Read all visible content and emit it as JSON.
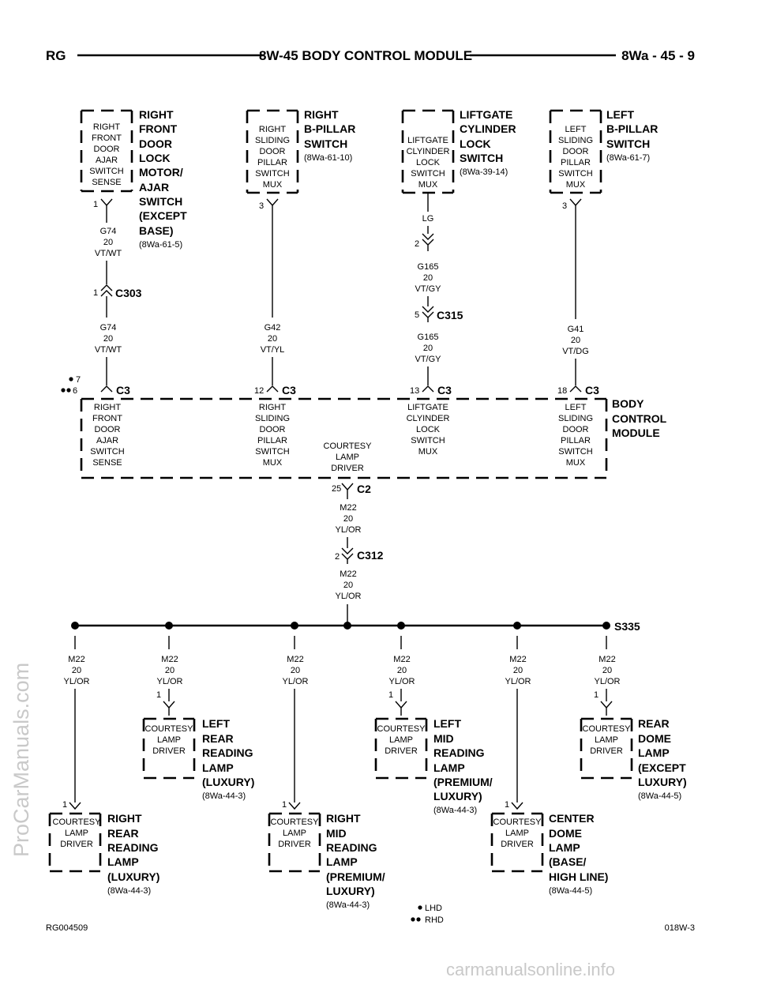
{
  "header": {
    "left": "RG",
    "title": "8W-45 BODY CONTROL MODULE",
    "right": "8Wa - 45 - 9"
  },
  "components": {
    "rf_door": {
      "inner": [
        "RIGHT",
        "FRONT",
        "DOOR",
        "AJAR",
        "SWITCH",
        "SENSE"
      ],
      "title": [
        "RIGHT",
        "FRONT",
        "DOOR",
        "LOCK",
        "MOTOR/",
        "AJAR",
        "SWITCH",
        "(EXCEPT",
        "BASE)"
      ],
      "ref": "(8Wa-61-5)",
      "pin": "1"
    },
    "rb_pillar": {
      "inner": [
        "RIGHT",
        "SLIDING",
        "DOOR",
        "PILLAR",
        "SWITCH",
        "MUX"
      ],
      "title": [
        "RIGHT",
        "B-PILLAR",
        "SWITCH"
      ],
      "ref": "(8Wa-61-10)",
      "pin": "3"
    },
    "liftgate": {
      "inner": [
        "LIFTGATE",
        "CLYINDER",
        "LOCK",
        "SWITCH",
        "MUX"
      ],
      "title": [
        "LIFTGATE",
        "CYLINDER",
        "LOCK",
        "SWITCH"
      ],
      "ref": "(8Wa-39-14)",
      "lead": "LG"
    },
    "lb_pillar": {
      "inner": [
        "LEFT",
        "SLIDING",
        "DOOR",
        "PILLAR",
        "SWITCH",
        "MUX"
      ],
      "title": [
        "LEFT",
        "B-PILLAR",
        "SWITCH"
      ],
      "ref": "(8Wa-61-7)",
      "pin": "3"
    },
    "bcm": {
      "title": [
        "BODY",
        "CONTROL",
        "MODULE"
      ],
      "rf_inner": [
        "RIGHT",
        "FRONT",
        "DOOR",
        "AJAR",
        "SWITCH",
        "SENSE"
      ],
      "rs_inner": [
        "RIGHT",
        "SLIDING",
        "DOOR",
        "PILLAR",
        "SWITCH",
        "MUX"
      ],
      "cl_inner": [
        "COURTESY",
        "LAMP",
        "DRIVER"
      ],
      "lg_inner": [
        "LIFTGATE",
        "CLYINDER",
        "LOCK",
        "SWITCH",
        "MUX"
      ],
      "ls_inner": [
        "LEFT",
        "SLIDING",
        "DOOR",
        "PILLAR",
        "SWITCH",
        "MUX"
      ]
    },
    "lamps": [
      {
        "id": "right-rear-reading",
        "inner": [
          "COURTESY",
          "LAMP",
          "DRIVER"
        ],
        "title": [
          "RIGHT",
          "REAR",
          "READING",
          "LAMP",
          "(LUXURY)"
        ],
        "ref": "(8Wa-44-3)",
        "pin": "1"
      },
      {
        "id": "left-rear-reading",
        "inner": [
          "COURTESY",
          "LAMP",
          "DRIVER"
        ],
        "title": [
          "LEFT",
          "REAR",
          "READING",
          "LAMP",
          "(LUXURY)"
        ],
        "ref": "(8Wa-44-3)",
        "pin": "1"
      },
      {
        "id": "right-mid-reading",
        "inner": [
          "COURTESY",
          "LAMP",
          "DRIVER"
        ],
        "title": [
          "RIGHT",
          "MID",
          "READING",
          "LAMP",
          "(PREMIUM/",
          "LUXURY)"
        ],
        "ref": "(8Wa-44-3)",
        "pin": "1"
      },
      {
        "id": "left-mid-reading",
        "inner": [
          "COURTESY",
          "LAMP",
          "DRIVER"
        ],
        "title": [
          "LEFT",
          "MID",
          "READING",
          "LAMP",
          "(PREMIUM/",
          "LUXURY)"
        ],
        "ref": "(8Wa-44-3)",
        "pin": "1"
      },
      {
        "id": "center-dome",
        "inner": [
          "COURTESY",
          "LAMP",
          "DRIVER"
        ],
        "title": [
          "CENTER",
          "DOME",
          "LAMP",
          "(BASE/",
          "HIGH LINE)"
        ],
        "ref": "(8Wa-44-5)",
        "pin": "1"
      },
      {
        "id": "rear-dome",
        "inner": [
          "COURTESY",
          "LAMP",
          "DRIVER"
        ],
        "title": [
          "REAR",
          "DOME",
          "LAMP",
          "(EXCEPT",
          "LUXURY)"
        ],
        "ref": "(8Wa-44-5)",
        "pin": "1"
      }
    ]
  },
  "connectors": {
    "c303": {
      "name": "C303",
      "pin": "1"
    },
    "c315_top": {
      "pin": "2"
    },
    "c315": {
      "name": "C315",
      "pin": "5"
    },
    "c3_a": {
      "name": "C3",
      "pin_lhd": "7",
      "pin_rhd": "6"
    },
    "c3_b": {
      "name": "C3",
      "pin": "12"
    },
    "c3_c": {
      "name": "C3",
      "pin": "13"
    },
    "c3_d": {
      "name": "C3",
      "pin": "18"
    },
    "c2": {
      "name": "C2",
      "pin": "25"
    },
    "c312": {
      "name": "C312",
      "pin": "2"
    },
    "splice": {
      "name": "S335"
    }
  },
  "wires": {
    "g74_upper": [
      "G74",
      "20",
      "VT/WT"
    ],
    "g74_lower": [
      "G74",
      "20",
      "VT/WT"
    ],
    "g42": [
      "G42",
      "20",
      "VT/YL"
    ],
    "g165_upper": [
      "G165",
      "20",
      "VT/GY"
    ],
    "g165_lower": [
      "G165",
      "20",
      "VT/GY"
    ],
    "g41": [
      "G41",
      "20",
      "VT/DG"
    ],
    "m22_c2": [
      "M22",
      "20",
      "YL/OR"
    ],
    "m22_c312": [
      "M22",
      "20",
      "YL/OR"
    ],
    "m22_drops": [
      [
        "M22",
        "20",
        "YL/OR"
      ],
      [
        "M22",
        "20",
        "YL/OR"
      ],
      [
        "M22",
        "20",
        "YL/OR"
      ],
      [
        "M22",
        "20",
        "YL/OR"
      ],
      [
        "M22",
        "20",
        "YL/OR"
      ],
      [
        "M22",
        "20",
        "YL/OR"
      ]
    ]
  },
  "legend": {
    "lhd": "LHD",
    "rhd": "RHD"
  },
  "footer": {
    "left": "RG004509",
    "right": "018W-3"
  },
  "watermarks": {
    "side": "ProCarManuals.com",
    "bottom": "carmanualsonline.info"
  }
}
